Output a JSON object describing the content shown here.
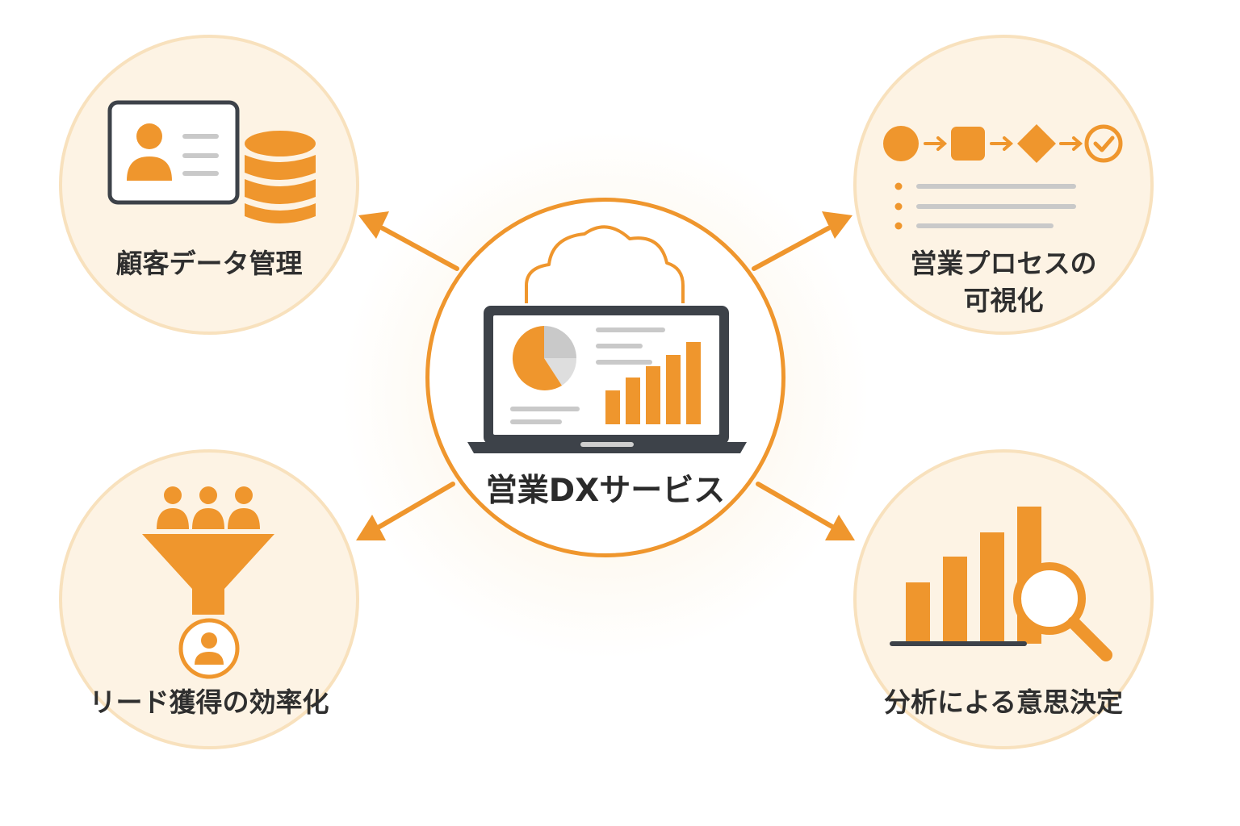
{
  "hub": {
    "title": "営業DXサービス",
    "icons": [
      "cloud-icon",
      "laptop-icon",
      "pie-chart-icon",
      "bar-chart-icon"
    ]
  },
  "nodes": [
    {
      "id": "customer-data",
      "label": "顧客データ管理",
      "icons": [
        "profile-card-icon",
        "database-icon"
      ]
    },
    {
      "id": "process-visualization",
      "label": "営業プロセスの\n可視化",
      "icons": [
        "flow-circle-icon",
        "flow-square-icon",
        "flow-diamond-icon",
        "check-circle-icon",
        "list-icon"
      ]
    },
    {
      "id": "lead-efficiency",
      "label": "リード獲得の効率化",
      "icons": [
        "people-icon",
        "funnel-icon",
        "user-circle-icon"
      ]
    },
    {
      "id": "data-driven-decision",
      "label": "分析による意思決定",
      "icons": [
        "bar-chart-icon",
        "magnifier-icon"
      ]
    }
  ],
  "colors": {
    "accent": "#ef962d",
    "node_fill": "#fdf3e4",
    "node_border": "#f8e1bd",
    "dark": "#3d4249",
    "gray": "#c9c9c9",
    "text": "#2f2f2f"
  }
}
